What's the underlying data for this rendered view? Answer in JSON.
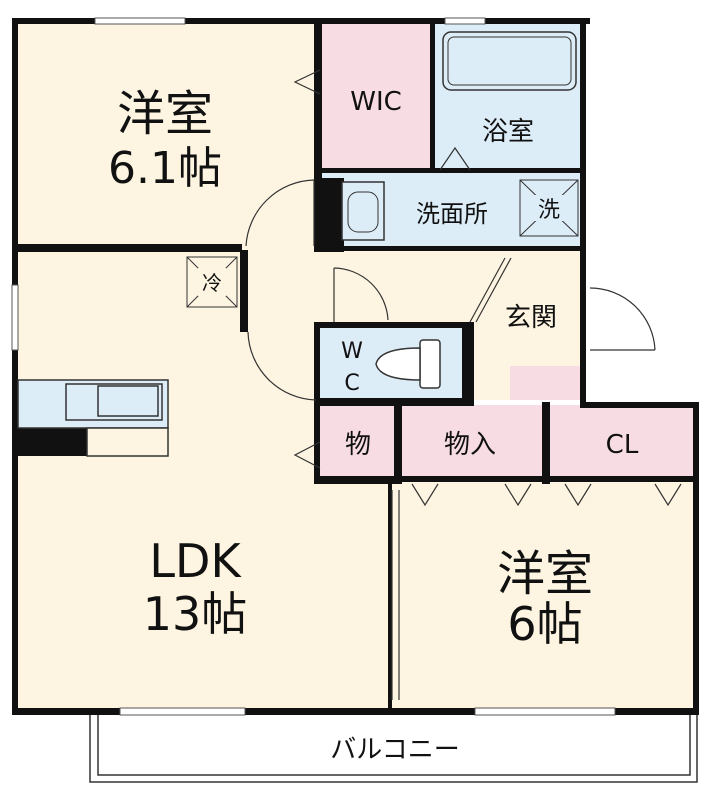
{
  "rooms": {
    "western_top": {
      "name": "洋室",
      "size": "6.1帖"
    },
    "wic": "WIC",
    "bath": "浴室",
    "washroom": "洗面所",
    "washer": "洗",
    "fridge": "冷",
    "entrance": "玄関",
    "wc_top": "W",
    "wc_bottom": "C",
    "storage_small": "物",
    "storage": "物入",
    "closet": "CL",
    "ldk": {
      "name": "LDK",
      "size": "13帖"
    },
    "western_bottom": {
      "name": "洋室",
      "size": "6帖"
    },
    "balcony": "バルコニー"
  },
  "colors": {
    "room_fill": "#fdf5e1",
    "closet_fill": "#f7dde3",
    "wet_fill": "#dcedf8",
    "wall": "#111111"
  }
}
